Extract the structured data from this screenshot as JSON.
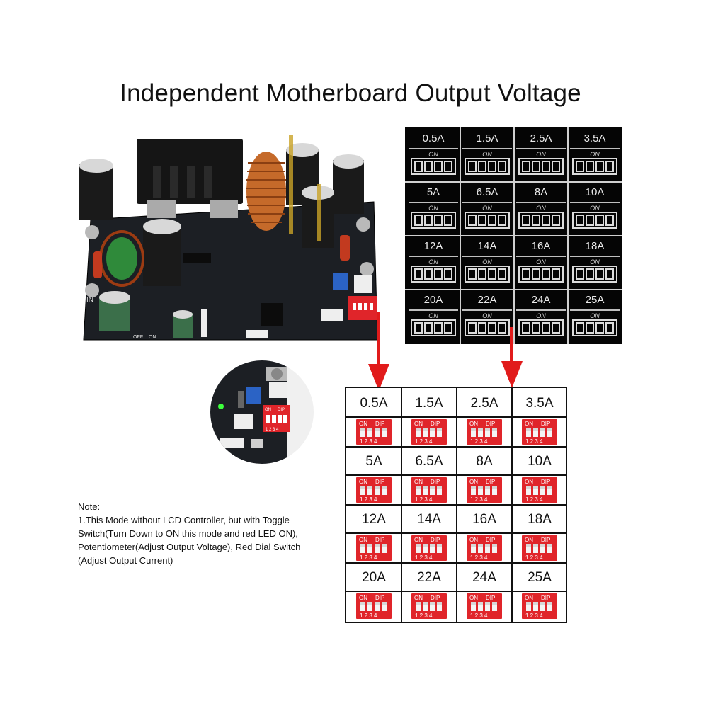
{
  "title": "Independent Motherboard Output Voltage",
  "black_table": {
    "cells": [
      "0.5A",
      "1.5A",
      "2.5A",
      "3.5A",
      "5A",
      "6.5A",
      "8A",
      "10A",
      "12A",
      "14A",
      "16A",
      "18A",
      "20A",
      "22A",
      "24A",
      "25A"
    ],
    "on_label": "ON"
  },
  "white_table": {
    "cells": [
      "0.5A",
      "1.5A",
      "2.5A",
      "3.5A",
      "5A",
      "6.5A",
      "8A",
      "10A",
      "12A",
      "14A",
      "16A",
      "18A",
      "20A",
      "22A",
      "24A",
      "25A"
    ],
    "switch_on": "ON",
    "switch_dip": "DIP",
    "switch_numbers": "1 2 3 4"
  },
  "board": {
    "switch_on": "ON",
    "switch_dip": "DIP",
    "switch_numbers": "1 2 3 4",
    "label_in": "IN",
    "label_off": "OFF",
    "label_on": "ON"
  },
  "note": {
    "heading": "Note:",
    "lines": [
      "1.This Mode without LCD Controller, but with Toggle",
      "Switch(Turn Down to ON this mode and red LED  ON),",
      "Potentiometer(Adjust Output Voltage), Red Dial Switch",
      "(Adjust Output Current)"
    ]
  },
  "colors": {
    "dip_red": "#e0252a",
    "arrow_red": "#e11b1b",
    "pcb": "#1c1f24",
    "silkscreen": "#050505"
  }
}
